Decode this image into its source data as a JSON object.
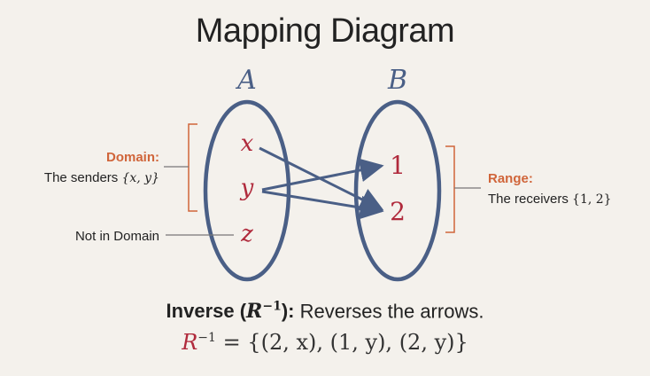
{
  "title": "Mapping Diagram",
  "sets": {
    "a_label": "A",
    "b_label": "B",
    "a_elements": [
      "x",
      "y",
      "z"
    ],
    "b_elements": [
      "1",
      "2"
    ]
  },
  "annotations": {
    "domain_title": "Domain:",
    "domain_text_prefix": "The senders ",
    "domain_set": "{x, y}",
    "not_in_domain": "Not in Domain",
    "range_title": "Range:",
    "range_text_prefix": "The receivers ",
    "range_set": "{1, 2}"
  },
  "relation": {
    "arrows": [
      {
        "from": "x",
        "to": "2"
      },
      {
        "from": "y",
        "to": "1"
      },
      {
        "from": "y",
        "to": "2"
      }
    ]
  },
  "inverse": {
    "heading_bold": "Inverse (",
    "heading_symbol": "R",
    "heading_exp": "−1",
    "heading_close": "):",
    "heading_text": " Reverses the arrows.",
    "formula_symbol": "R",
    "formula_exp": "−1",
    "formula_body": " = {(2, x), (1, y), (2, y)}"
  },
  "colors": {
    "ellipse": "#4a5f86",
    "element": "#b02a3c",
    "arrow": "#4a5f86",
    "accent": "#d0653a",
    "text": "#222222",
    "bracket": "#d0653a"
  }
}
